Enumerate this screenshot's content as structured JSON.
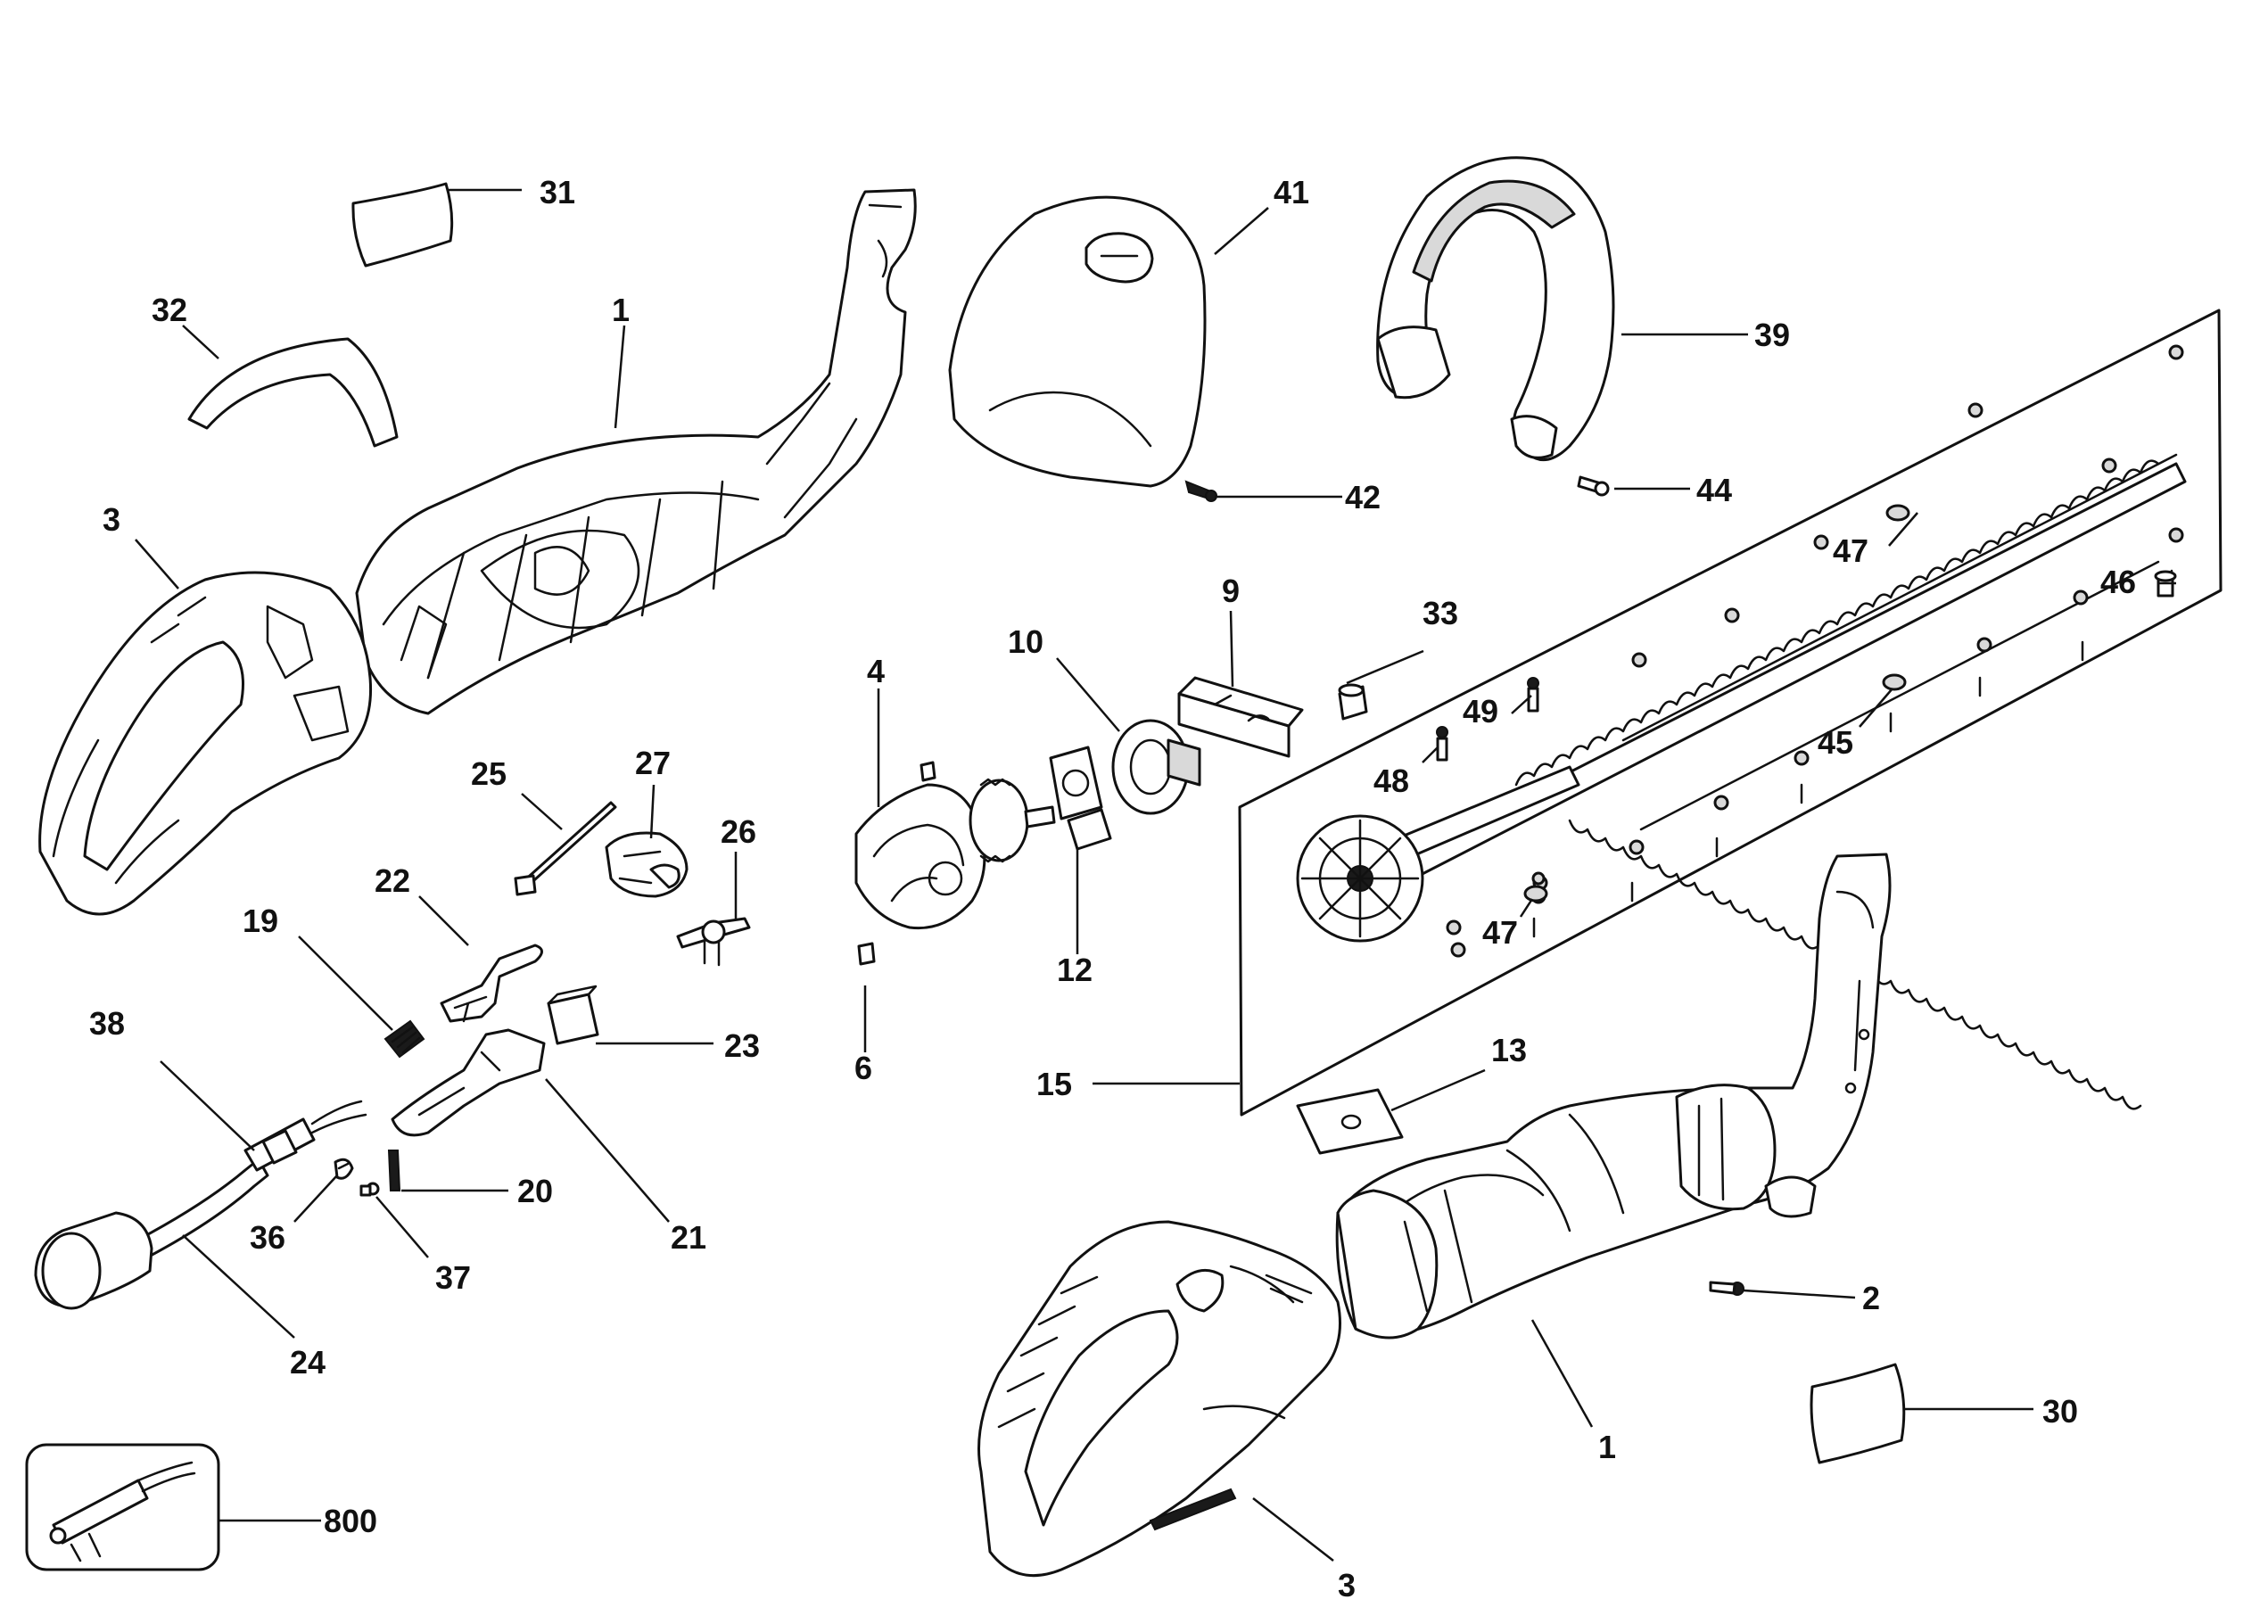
{
  "callouts": [
    {
      "id": "1a",
      "label": "1"
    },
    {
      "id": "1b",
      "label": "1"
    },
    {
      "id": "2",
      "label": "2"
    },
    {
      "id": "3a",
      "label": "3"
    },
    {
      "id": "3b",
      "label": "3"
    },
    {
      "id": "4",
      "label": "4"
    },
    {
      "id": "6",
      "label": "6"
    },
    {
      "id": "9",
      "label": "9"
    },
    {
      "id": "10",
      "label": "10"
    },
    {
      "id": "12",
      "label": "12"
    },
    {
      "id": "13",
      "label": "13"
    },
    {
      "id": "15",
      "label": "15"
    },
    {
      "id": "19",
      "label": "19"
    },
    {
      "id": "20",
      "label": "20"
    },
    {
      "id": "21",
      "label": "21"
    },
    {
      "id": "22",
      "label": "22"
    },
    {
      "id": "23",
      "label": "23"
    },
    {
      "id": "24",
      "label": "24"
    },
    {
      "id": "25",
      "label": "25"
    },
    {
      "id": "26",
      "label": "26"
    },
    {
      "id": "27",
      "label": "27"
    },
    {
      "id": "30",
      "label": "30"
    },
    {
      "id": "31",
      "label": "31"
    },
    {
      "id": "32",
      "label": "32"
    },
    {
      "id": "33",
      "label": "33"
    },
    {
      "id": "36",
      "label": "36"
    },
    {
      "id": "37",
      "label": "37"
    },
    {
      "id": "38",
      "label": "38"
    },
    {
      "id": "39",
      "label": "39"
    },
    {
      "id": "41",
      "label": "41"
    },
    {
      "id": "42",
      "label": "42"
    },
    {
      "id": "44",
      "label": "44"
    },
    {
      "id": "45",
      "label": "45"
    },
    {
      "id": "46",
      "label": "46"
    },
    {
      "id": "47a",
      "label": "47"
    },
    {
      "id": "47b",
      "label": "47"
    },
    {
      "id": "48",
      "label": "48"
    },
    {
      "id": "49",
      "label": "49"
    },
    {
      "id": "800",
      "label": "800"
    }
  ]
}
